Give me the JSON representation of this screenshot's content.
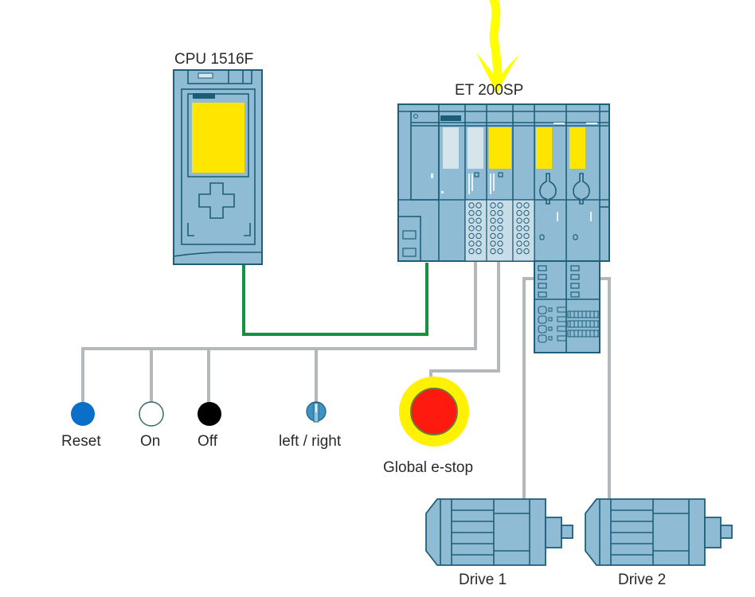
{
  "title": "CPU 1516F and ET 200SP safety wiring overview",
  "devices": {
    "cpu": {
      "label": "CPU 1516F"
    },
    "et200sp": {
      "label": "ET 200SP"
    }
  },
  "inputs": [
    {
      "label": "Reset",
      "type": "pushbutton",
      "color": "#0a6fc9"
    },
    {
      "label": "On",
      "type": "pushbutton",
      "color": "#ffffff"
    },
    {
      "label": "Off",
      "type": "pushbutton",
      "color": "#000000"
    },
    {
      "label": "left / right",
      "type": "selector-switch",
      "color": "#3d93c4"
    }
  ],
  "estop": {
    "label": "Global e-stop",
    "ring_color": "#fff200",
    "button_color": "#ff1a10"
  },
  "drives": [
    {
      "label": "Drive 1"
    },
    {
      "label": "Drive 2"
    }
  ],
  "colors": {
    "device_fill": "#8fbcd4",
    "device_outline": "#1e5f7a",
    "safety_yellow": "#ffe600",
    "network_cable": "#13923f",
    "signal_cable": "#b5b8bb",
    "annotation_arrow": "#ffff00"
  },
  "annotation": {
    "type": "hand-drawn-arrow",
    "points_to": "ET 200SP"
  }
}
